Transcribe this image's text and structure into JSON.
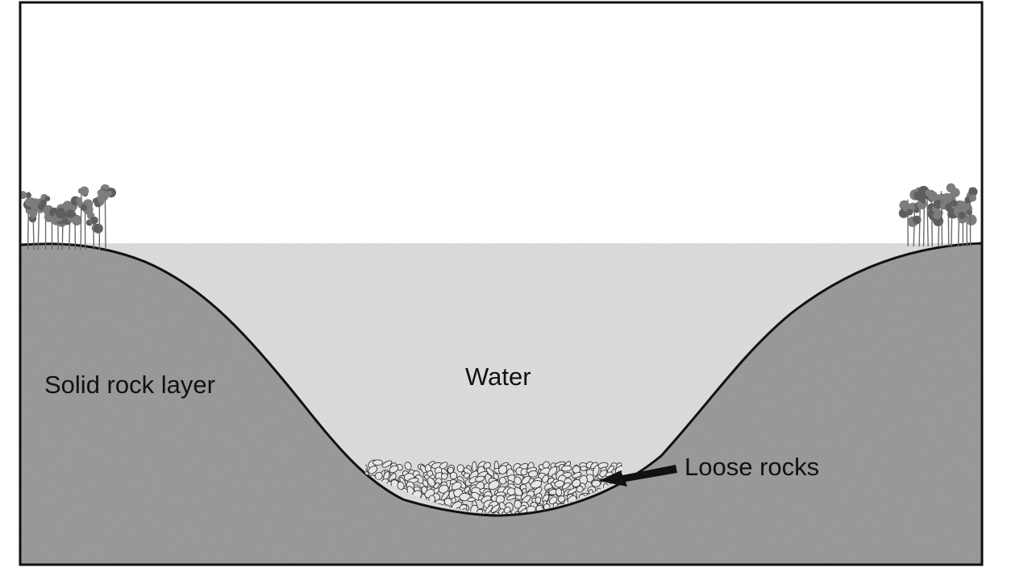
{
  "diagram": {
    "labels": {
      "solid_rock": "Solid rock layer",
      "water": "Water",
      "loose_rocks": "Loose rocks"
    },
    "colors": {
      "sky": "#ffffff",
      "rock": "#b3b3b3",
      "water": "#d4d4d4",
      "pebble": "#e6e6e6",
      "tree": "#7d7d7d",
      "outline": "#111111"
    },
    "icons": {
      "trees_left": "tree-cluster-icon",
      "trees_right": "tree-cluster-icon",
      "arrow": "arrow-left-icon"
    }
  }
}
